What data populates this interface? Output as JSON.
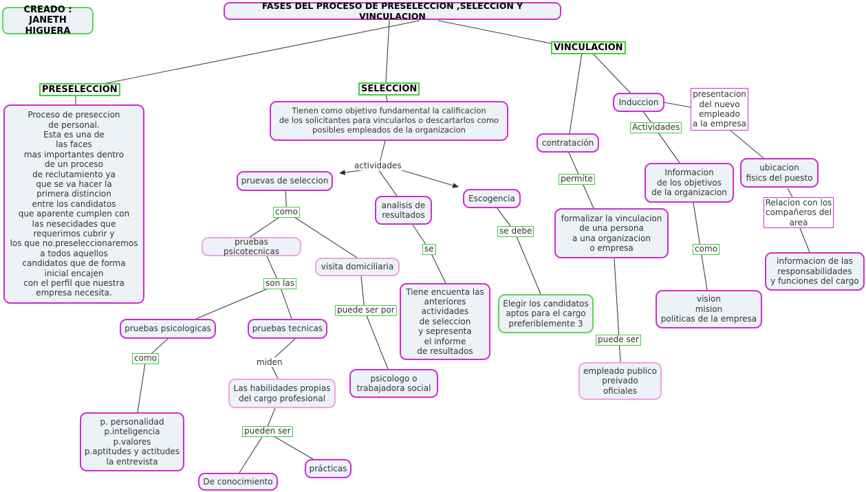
{
  "title": "FASES DEL PROCESO DE PRESELECCION ,SELECCION Y VINCULACION",
  "creator": "CREADO :\nJANETH HIGUERA",
  "sections": {
    "preseleccion": "PRESELECCION",
    "seleccion": "SELECCION",
    "vinculacion": "VINCULACION"
  },
  "nodes": {
    "preseleccion_desc": "Proceso de preseccion\nde personal.\nEsta es una de\nlas faces\nmas importantes dentro\nde un proceso\nde reclutamiento ya\nque se va hacer la\nprimera distincion\nentre los candidatos\nque aparente cumplen con\nlas nesecidades que\nrequerimos cubrir y\nlos que no.preseleccionaremos\na todos aquellos\ncandidatos que de forma\ninicial encajen\ncon el perfil que nuestra\nempresa necesita.",
    "seleccion_desc": "Tienen como objetivo fundamental la calificacion\nde los solicitantes para vincularlos o descartarlos como\nposibles empleados de la organizacion",
    "pruevas_seleccion": "pruevas de seleccion",
    "pruebas_psicotecnicas": "pruebas psicotecnicas",
    "visita_domiciliaria": "visita domiciliaria",
    "analisis_resultados": "analisis de\nresultados",
    "escogencia": "Escogencia",
    "pruebas_psicologicas": "pruebas psicologicas",
    "pruebas_tecnicas": "pruebas tecnicas",
    "habilidades": "Las habilidades propias\ndel cargo profesional",
    "tiene_encuenta": "Tiene encuenta las\nanteriores\nactividades\nde seleccion\ny sepresenta\nel informe\nde resultados",
    "elegir": "Elegir los candidatos\naptos para el cargo\npreferiblemente 3",
    "psicologo": "psicologo o\ntrabajadora social",
    "personalidad": "p. personalidad\np.inteligencia\np.valores\np.aptitudes y actitudes\nla entrevista",
    "de_conocimiento": "De conocimiento",
    "practicas": "prácticas",
    "contratacion": "contratación",
    "induccion": "Induccion",
    "presentacion": "presentacion\ndel nuevo\nempleado\na la empresa",
    "informacion_objetivos": "Informacion\nde los objetivos\nde la organizacion",
    "vision": "vision\nmision\npoliticas de la empresa",
    "formalizar": "formalizar la vinculacion\nde una persona\na una organizacion\no empresa",
    "empleado": "empleado publico\npreivado\noficiales",
    "ubicacion": "ubicacion\nfisics del puesto",
    "relacion": "Relacion con los\ncompañeros del\narea",
    "info_responsabilidades": "informacion de las\nresponsabilidades\ny funciones del cargo"
  },
  "links": {
    "actividades": "actividades",
    "como1": "como",
    "son_las": "son las",
    "se": "se",
    "se_debe": "se debe",
    "puede_ser_por": "puede ser por",
    "como2": "como",
    "miden": "miden",
    "pueden_ser": "pueden ser",
    "permite": "permite",
    "actividades2": "Actividades",
    "como3": "como",
    "puede_ser": "puede ser"
  },
  "colors": {
    "magenta_border": "#cf2ccf",
    "pink_border": "#f0a2de",
    "green_border": "#44cc44",
    "node_background": "#edf2f7",
    "line": "#3f3f3f",
    "text": "#333333"
  }
}
